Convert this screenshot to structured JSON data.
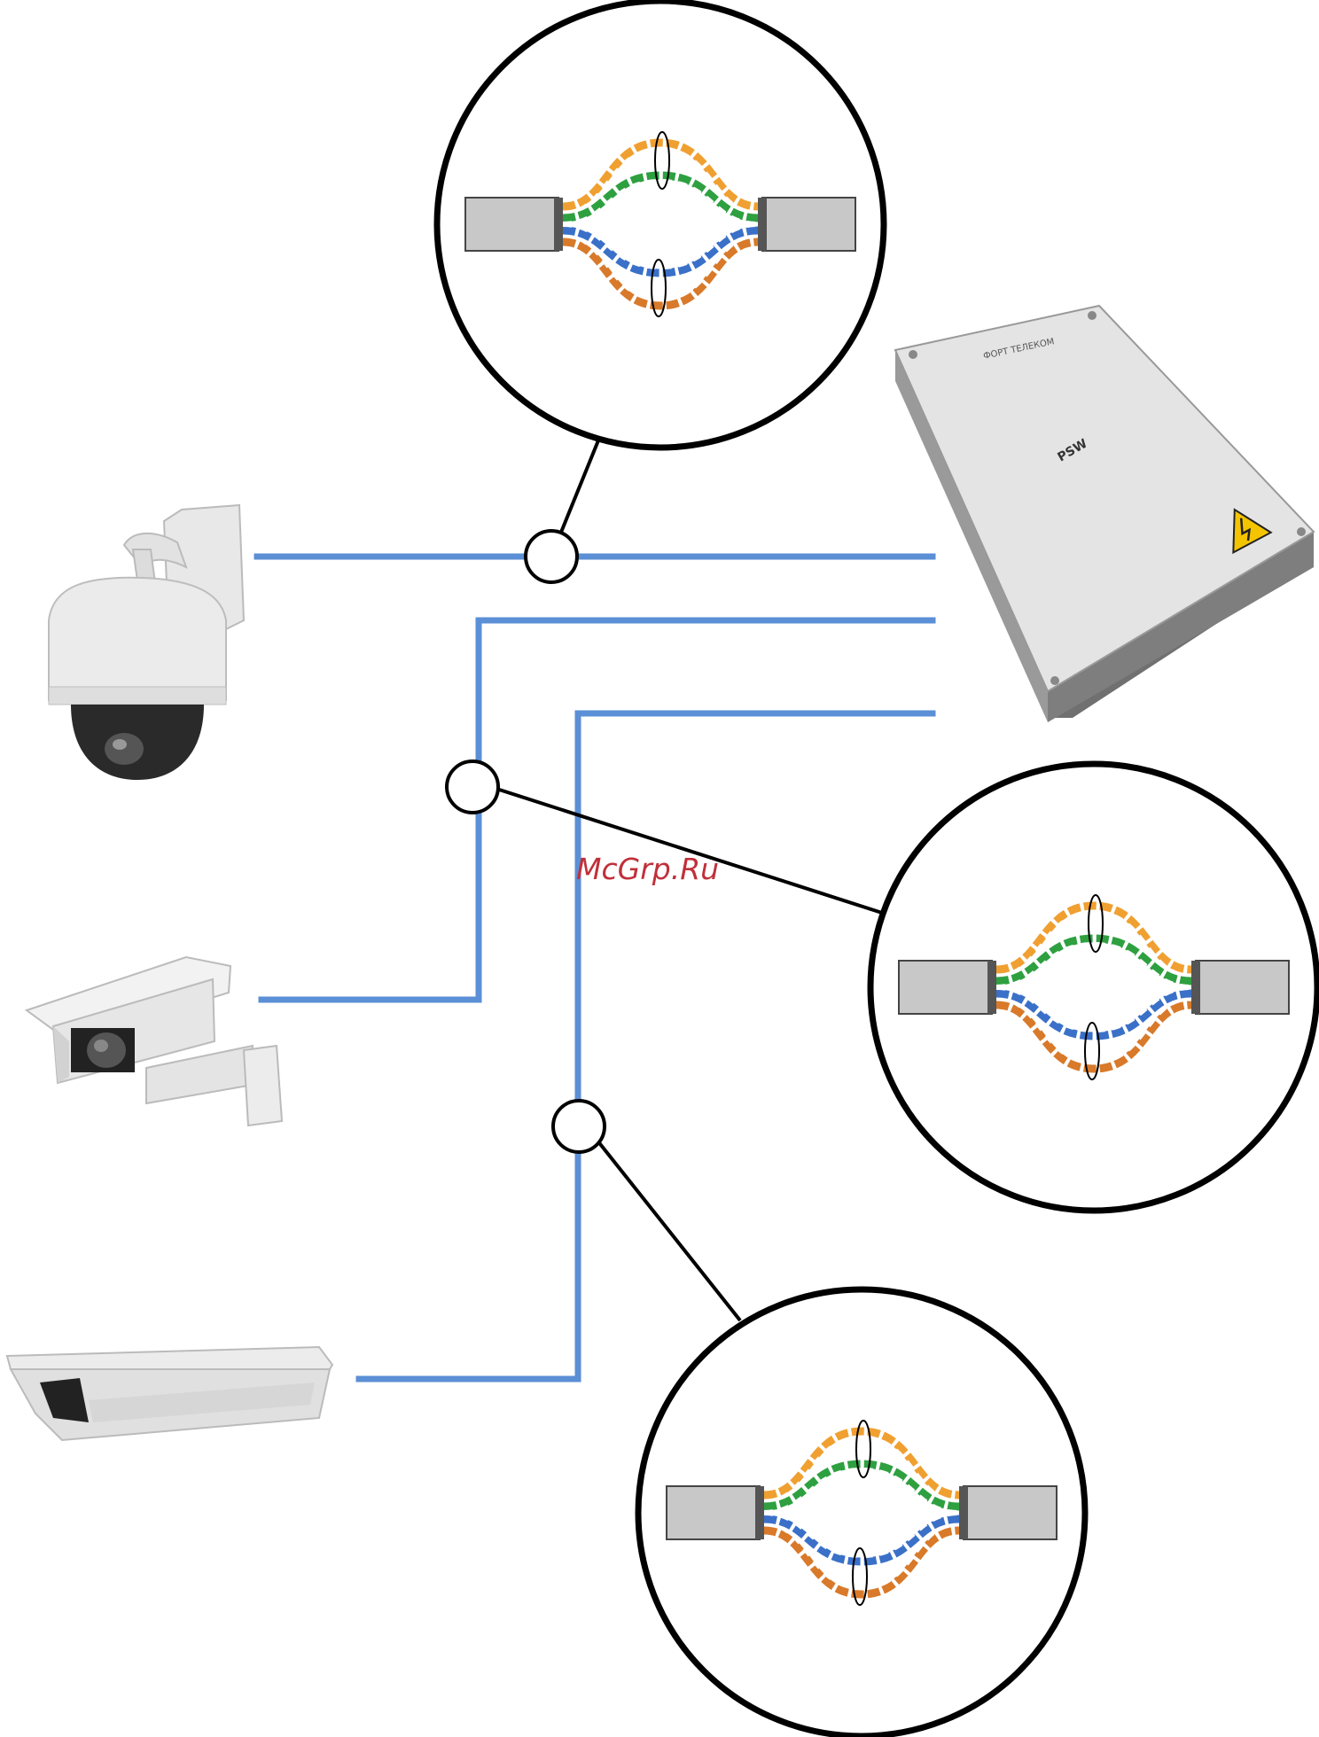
{
  "watermark": "McGrp.Ru",
  "psw_box": {
    "brand": "ФОРТ ТЕЛЕКОМ",
    "model": "PSW",
    "warning_icon": "high-voltage-warning-icon"
  },
  "devices": [
    {
      "icon": "ptz-dome-camera-icon"
    },
    {
      "icon": "box-camera-housing-icon"
    },
    {
      "icon": "outdoor-housing-camera-icon"
    }
  ],
  "colors": {
    "cable": "#5b8fd6",
    "pair_orange": "#f0a030",
    "pair_green": "#2ea040",
    "pair_blue": "#3a70c8",
    "pair_brown": "#d87a2a",
    "jacket": "#c8c8c8",
    "watermark": "#c0303a"
  }
}
